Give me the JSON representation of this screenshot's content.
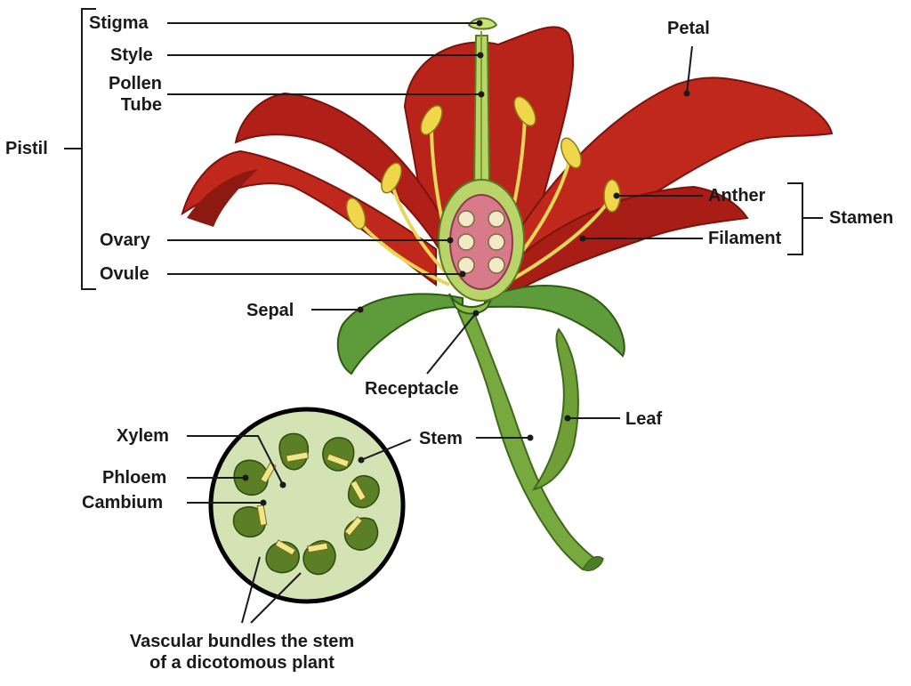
{
  "labels": {
    "stigma": "Stigma",
    "style": "Style",
    "pollen_tube": "Pollen\nTube",
    "pistil": "Pistil",
    "ovary": "Ovary",
    "ovule": "Ovule",
    "sepal": "Sepal",
    "receptacle": "Receptacle",
    "petal": "Petal",
    "anther": "Anther",
    "filament": "Filament",
    "stamen": "Stamen",
    "leaf": "Leaf",
    "stem": "Stem",
    "xylem": "Xylem",
    "phloem": "Phloem",
    "cambium": "Cambium",
    "vascular_bundles": "Vascular bundles the stem\nof a dicotomous plant"
  },
  "colors": {
    "petal": "#c0281c",
    "petal_dark": "#8c1a12",
    "stamen": "#f2e27a",
    "anther": "#f0d64a",
    "pistil": "#b9d56a",
    "ovary": "#d77a8a",
    "sepal": "#5e9b3a",
    "stem": "#77a93f",
    "section_fill": "#d3e3b4",
    "bundle": "#5a7f24",
    "line": "#1a1a1a"
  }
}
